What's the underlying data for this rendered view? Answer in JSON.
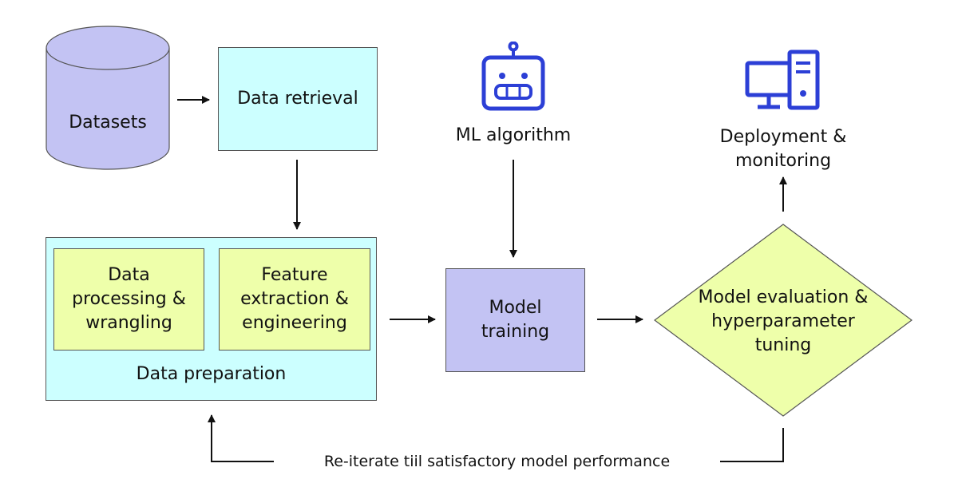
{
  "nodes": {
    "datasets": "Datasets",
    "data_retrieval": "Data retrieval",
    "data_processing": "Data processing & wrangling",
    "feature_extraction": "Feature extraction & engineering",
    "data_preparation": "Data preparation",
    "ml_algorithm": "ML algorithm",
    "model_training": "Model training",
    "model_evaluation": "Model evaluation & hyperparameter tuning",
    "deployment": "Deployment & monitoring"
  },
  "feedback_label": "Re-iterate tiil satisfactory model performance",
  "icons": {
    "algorithm": "robot-icon",
    "deployment": "computer-icon"
  },
  "colors": {
    "cyan_box": "#ccffff",
    "green_box": "#eeffaa",
    "purple": "#c3c3f3",
    "icon_blue": "#2c3fd6"
  }
}
